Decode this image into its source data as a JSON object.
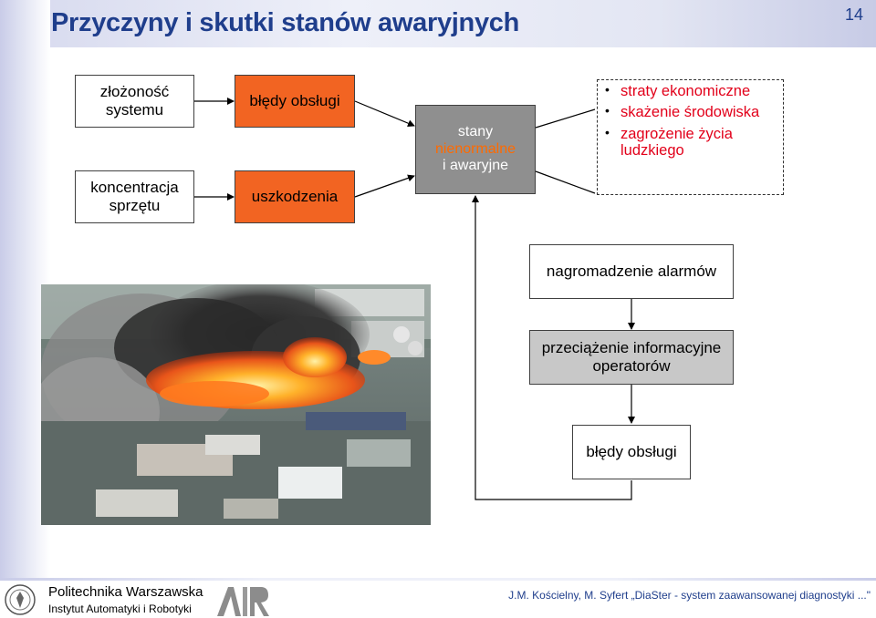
{
  "slide": {
    "title": "Przyczyny i skutki stanów awaryjnych",
    "page_number": "14"
  },
  "causes": {
    "complexity": "złożoność systemu",
    "concentration": "koncentracja sprzętu",
    "operation_errors": "błędy obsługi",
    "damage": "uszkodzenia"
  },
  "state": {
    "line1": "stany",
    "line2": "nienormalne",
    "line3": "i awaryjne"
  },
  "outcomes": [
    "straty ekonomiczne",
    "skażenie środowiska",
    "zagrożenie życia ludzkiego"
  ],
  "chain": {
    "alarms": "nagromadzenie alarmów",
    "overload": "przeciążenie informacyjne operatorów",
    "errors": "błędy obsługi"
  },
  "footer": {
    "university": "Politechnika Warszawska",
    "institute": "Instytut Automatyki i Robotyki",
    "credit": "J.M. Kościelny, M. Syfert  „DiaSter - system zaawansowanej diagnostyki ...\""
  },
  "colors": {
    "title": "#1f3e8c",
    "orange_box": "#f26422",
    "state_box": "#8f8f8f",
    "gray_box": "#c8c8c8",
    "outcome_text": "#e2001a",
    "nienormalne_text": "#ff6a00"
  }
}
